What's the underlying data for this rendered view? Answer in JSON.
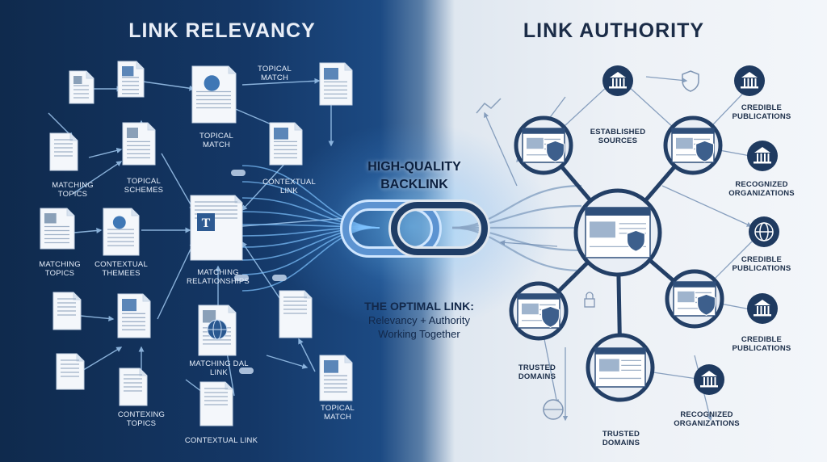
{
  "left_title": "LINK RELEVANCY",
  "right_title": "LINK AUTHORITY",
  "center": {
    "title_line1": "HIGH-QUALITY",
    "title_line2": "BACKLINK",
    "tagline_heading": "THE OPTIMAL LINK:",
    "tagline_line1": "Relevancy + Authority",
    "tagline_line2": "Working Together"
  },
  "left_labels": [
    {
      "id": "topical-match-a",
      "lines": [
        "TOPICAL",
        "MATCH"
      ]
    },
    {
      "id": "topical-match-b",
      "lines": [
        "TOPICAL",
        "MATCH"
      ]
    },
    {
      "id": "matching-topics-a",
      "lines": [
        "MATCHING",
        "TOPICS"
      ]
    },
    {
      "id": "topical-schemes",
      "lines": [
        "TOPICAL",
        "SCHEMES"
      ]
    },
    {
      "id": "contextual-link-a",
      "lines": [
        "CONTEXTUAL",
        "LINK"
      ]
    },
    {
      "id": "matching-topics-b",
      "lines": [
        "MATCHING",
        "TOPICS"
      ]
    },
    {
      "id": "contextual-themes",
      "lines": [
        "CONTEXTUAL",
        "THEMEES"
      ]
    },
    {
      "id": "matching-relationships",
      "lines": [
        "MATCHING",
        "RELATIONSHIPS"
      ]
    },
    {
      "id": "matching-dal-link",
      "lines": [
        "MATCHING DAL",
        "LINK"
      ]
    },
    {
      "id": "contexting-topics",
      "lines": [
        "CONTEXING",
        "TOPICS"
      ]
    },
    {
      "id": "topical-match-c",
      "lines": [
        "TOPICAL",
        "MATCH"
      ]
    },
    {
      "id": "contextual-link-b",
      "lines": [
        "CONTEXTUAL LINK"
      ]
    }
  ],
  "right_labels": [
    {
      "id": "established-sources",
      "lines": [
        "ESTABLISHED",
        "SOURCES"
      ]
    },
    {
      "id": "credible-publications-a",
      "lines": [
        "CREDIBLE",
        "PUBLICATIONS"
      ]
    },
    {
      "id": "recognized-organizations-a",
      "lines": [
        "RECOGNIZED",
        "ORGANIZATIONS"
      ]
    },
    {
      "id": "credible-publications-b",
      "lines": [
        "CREDIBLE",
        "PUBLICATIONS"
      ]
    },
    {
      "id": "credible-publications-c",
      "lines": [
        "CREDIBLE",
        "PUBLICATIONS"
      ]
    },
    {
      "id": "trusted-domains-a",
      "lines": [
        "TRUSTED",
        "DOMAINS"
      ]
    },
    {
      "id": "trusted-domains-b",
      "lines": [
        "TRUSTED",
        "DOMAINS"
      ]
    },
    {
      "id": "recognized-organizations-b",
      "lines": [
        "RECOGNIZED",
        "ORGANIZATIONS"
      ]
    }
  ],
  "colors": {
    "left_bg": "#143766",
    "right_bg": "#edf1f6",
    "link_blue": "#7fc3ff",
    "authority_navy": "#233f66",
    "accent_glow": "#9fd8ff"
  },
  "icons": [
    "document-icon",
    "browser-window-icon",
    "shield-icon",
    "bank-building-icon",
    "globe-icon",
    "link-chain-icon",
    "lock-icon"
  ]
}
